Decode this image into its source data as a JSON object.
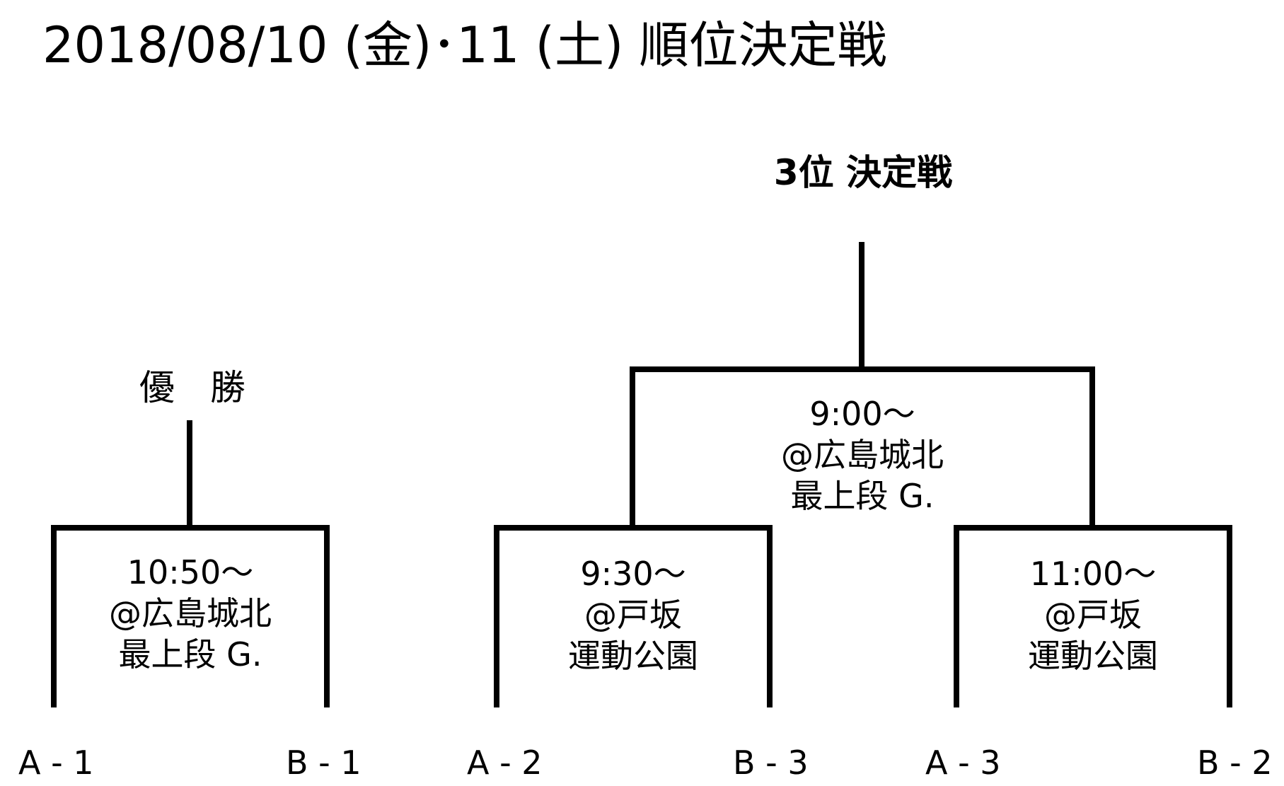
{
  "title": "2018/08/10 (金)･11 (土) 順位決定戦",
  "final": {
    "heading": "優　勝",
    "time": "10:50～",
    "venue": "@広島城北",
    "field": "最上段 G.",
    "team_left": "A - 1",
    "team_right": "B - 1"
  },
  "third_place": {
    "heading": "3位 決定戦",
    "time": "9:00～",
    "venue": "@広島城北",
    "field": "最上段 G.",
    "left_match": {
      "time": "9:30～",
      "venue": "@戸坂",
      "field": "運動公園",
      "team_left": "A - 2",
      "team_right": "B - 3"
    },
    "right_match": {
      "time": "11:00～",
      "venue": "@戸坂",
      "field": "運動公園",
      "team_left": "A - 3",
      "team_right": "B - 2"
    }
  }
}
